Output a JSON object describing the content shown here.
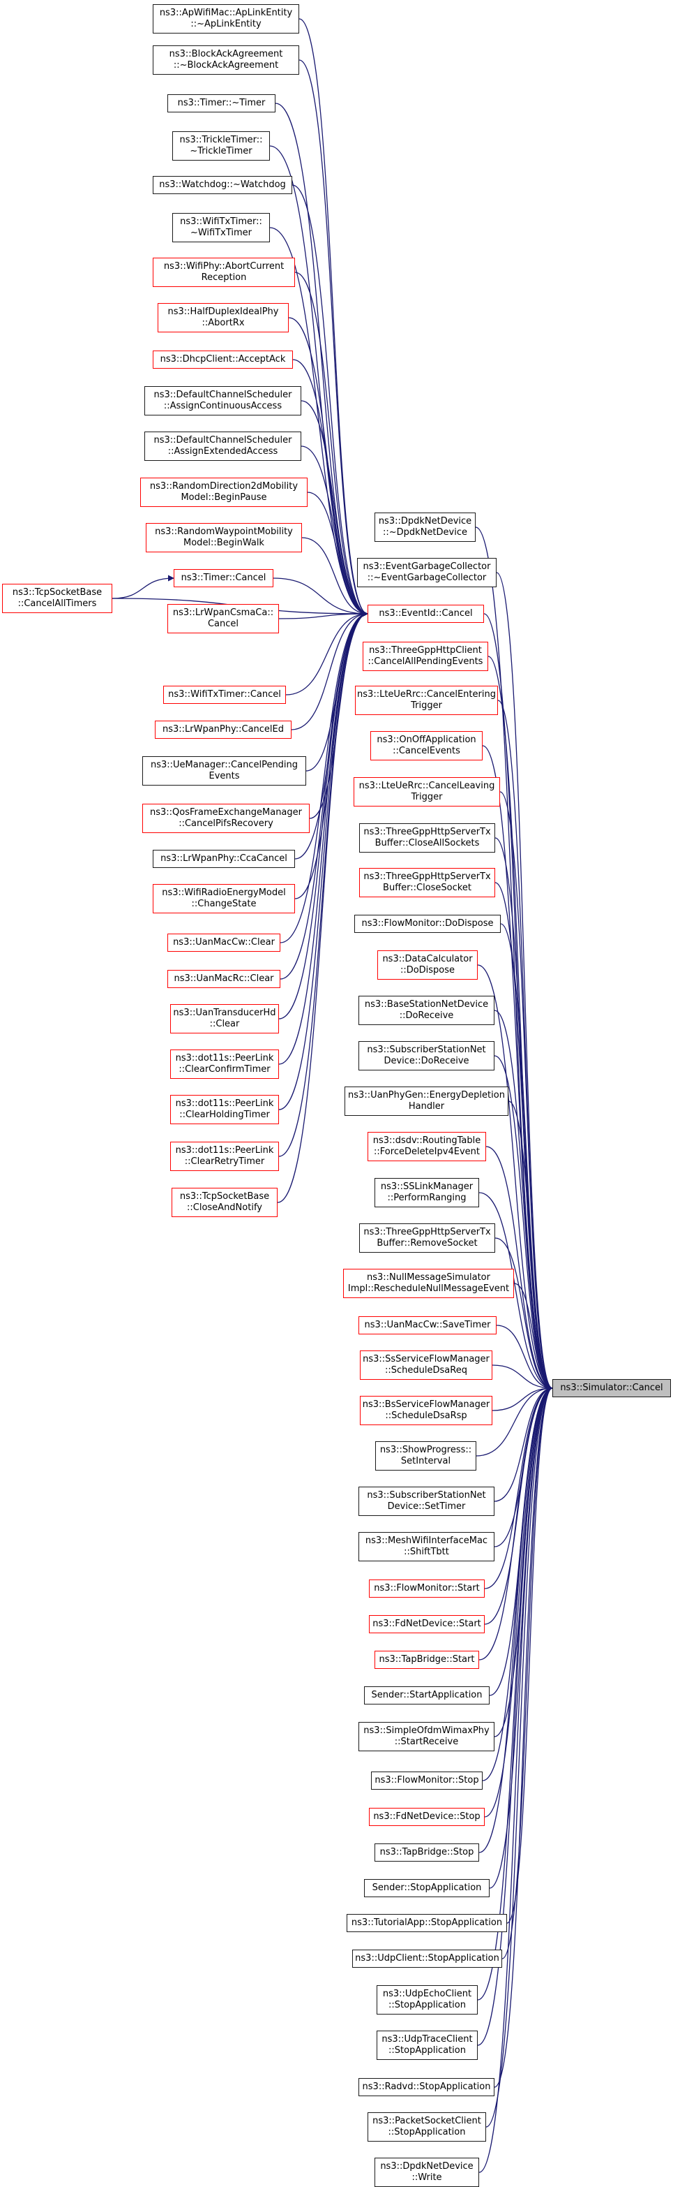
{
  "graph": {
    "target": {
      "id": "sim",
      "lines": [
        "ns3::Simulator::Cancel"
      ]
    },
    "event_cancel": {
      "id": "evc",
      "lines": [
        "ns3::EventId::Cancel"
      ],
      "color": "red"
    },
    "eventid_callers": [
      {
        "id": "apl",
        "lines": [
          "ns3::ApWifiMac::ApLinkEntity",
          "::~ApLinkEntity"
        ],
        "color": "black"
      },
      {
        "id": "bla",
        "lines": [
          "ns3::BlockAckAgreement",
          "::~BlockAckAgreement"
        ],
        "color": "black"
      },
      {
        "id": "tmr",
        "lines": [
          "ns3::Timer::~Timer"
        ],
        "color": "black"
      },
      {
        "id": "trk",
        "lines": [
          "ns3::TrickleTimer::",
          "~TrickleTimer"
        ],
        "color": "black"
      },
      {
        "id": "wdg",
        "lines": [
          "ns3::Watchdog::~Watchdog"
        ],
        "color": "black"
      },
      {
        "id": "wtx",
        "lines": [
          "ns3::WifiTxTimer::",
          "~WifiTxTimer"
        ],
        "color": "black"
      },
      {
        "id": "wphy",
        "lines": [
          "ns3::WifiPhy::AbortCurrent",
          "Reception"
        ],
        "color": "red"
      },
      {
        "id": "hdp",
        "lines": [
          "ns3::HalfDuplexIdealPhy",
          "::AbortRx"
        ],
        "color": "red"
      },
      {
        "id": "dhcp",
        "lines": [
          "ns3::DhcpClient::AcceptAck"
        ],
        "color": "red"
      },
      {
        "id": "dcs1",
        "lines": [
          "ns3::DefaultChannelScheduler",
          "::AssignContinuousAccess"
        ],
        "color": "black"
      },
      {
        "id": "dcs2",
        "lines": [
          "ns3::DefaultChannelScheduler",
          "::AssignExtendedAccess"
        ],
        "color": "black"
      },
      {
        "id": "rd2",
        "lines": [
          "ns3::RandomDirection2dMobility",
          "Model::BeginPause"
        ],
        "color": "red"
      },
      {
        "id": "rwp",
        "lines": [
          "ns3::RandomWaypointMobility",
          "Model::BeginWalk"
        ],
        "color": "red"
      },
      {
        "id": "tcan",
        "lines": [
          "ns3::Timer::Cancel"
        ],
        "color": "red"
      },
      {
        "id": "lrc",
        "lines": [
          "ns3::LrWpanCsmaCa::",
          "Cancel"
        ],
        "color": "red"
      },
      {
        "id": "wtxc",
        "lines": [
          "ns3::WifiTxTimer::Cancel"
        ],
        "color": "red"
      },
      {
        "id": "lrce",
        "lines": [
          "ns3::LrWpanPhy::CancelEd"
        ],
        "color": "red"
      },
      {
        "id": "uem",
        "lines": [
          "ns3::UeManager::CancelPending",
          "Events"
        ],
        "color": "black"
      },
      {
        "id": "qos",
        "lines": [
          "ns3::QosFrameExchangeManager",
          "::CancelPifsRecovery"
        ],
        "color": "red"
      },
      {
        "id": "lrcc",
        "lines": [
          "ns3::LrWpanPhy::CcaCancel"
        ],
        "color": "black"
      },
      {
        "id": "wre",
        "lines": [
          "ns3::WifiRadioEnergyModel",
          "::ChangeState"
        ],
        "color": "red"
      },
      {
        "id": "umcw",
        "lines": [
          "ns3::UanMacCw::Clear"
        ],
        "color": "red"
      },
      {
        "id": "umrc",
        "lines": [
          "ns3::UanMacRc::Clear"
        ],
        "color": "red"
      },
      {
        "id": "uthd",
        "lines": [
          "ns3::UanTransducerHd",
          "::Clear"
        ],
        "color": "red"
      },
      {
        "id": "pl1",
        "lines": [
          "ns3::dot11s::PeerLink",
          "::ClearConfirmTimer"
        ],
        "color": "red"
      },
      {
        "id": "pl2",
        "lines": [
          "ns3::dot11s::PeerLink",
          "::ClearHoldingTimer"
        ],
        "color": "red"
      },
      {
        "id": "pl3",
        "lines": [
          "ns3::dot11s::PeerLink",
          "::ClearRetryTimer"
        ],
        "color": "red"
      },
      {
        "id": "tsb",
        "lines": [
          "ns3::TcpSocketBase",
          "::CloseAndNotify"
        ],
        "color": "red"
      }
    ],
    "timer_caller": {
      "id": "tcat",
      "lines": [
        "ns3::TcpSocketBase",
        "::CancelAllTimers"
      ],
      "color": "red"
    },
    "simulator_callers": [
      {
        "id": "dpk1",
        "lines": [
          "ns3::DpdkNetDevice",
          "::~DpdkNetDevice"
        ],
        "color": "black"
      },
      {
        "id": "egc",
        "lines": [
          "ns3::EventGarbageCollector",
          "::~EventGarbageCollector"
        ],
        "color": "black"
      },
      {
        "id": "tgh",
        "lines": [
          "ns3::ThreeGppHttpClient",
          "::CancelAllPendingEvents"
        ],
        "color": "red"
      },
      {
        "id": "lte1",
        "lines": [
          "ns3::LteUeRrc::CancelEntering",
          "Trigger"
        ],
        "color": "red"
      },
      {
        "id": "onoff",
        "lines": [
          "ns3::OnOffApplication",
          "::CancelEvents"
        ],
        "color": "red"
      },
      {
        "id": "lte2",
        "lines": [
          "ns3::LteUeRrc::CancelLeaving",
          "Trigger"
        ],
        "color": "red"
      },
      {
        "id": "tghs1",
        "lines": [
          "ns3::ThreeGppHttpServerTx",
          "Buffer::CloseAllSockets"
        ],
        "color": "black"
      },
      {
        "id": "tghs2",
        "lines": [
          "ns3::ThreeGppHttpServerTx",
          "Buffer::CloseSocket"
        ],
        "color": "red"
      },
      {
        "id": "fmd",
        "lines": [
          "ns3::FlowMonitor::DoDispose"
        ],
        "color": "black"
      },
      {
        "id": "dcd",
        "lines": [
          "ns3::DataCalculator",
          "::DoDispose"
        ],
        "color": "red"
      },
      {
        "id": "bsnd",
        "lines": [
          "ns3::BaseStationNetDevice",
          "::DoReceive"
        ],
        "color": "black"
      },
      {
        "id": "ssnd",
        "lines": [
          "ns3::SubscriberStationNet",
          "Device::DoReceive"
        ],
        "color": "black"
      },
      {
        "id": "upg",
        "lines": [
          "ns3::UanPhyGen::EnergyDepletion",
          "Handler"
        ],
        "color": "black"
      },
      {
        "id": "dsdv",
        "lines": [
          "ns3::dsdv::RoutingTable",
          "::ForceDeleteIpv4Event"
        ],
        "color": "red"
      },
      {
        "id": "sslm",
        "lines": [
          "ns3::SSLinkManager",
          "::PerformRanging"
        ],
        "color": "black"
      },
      {
        "id": "tghs3",
        "lines": [
          "ns3::ThreeGppHttpServerTx",
          "Buffer::RemoveSocket"
        ],
        "color": "black"
      },
      {
        "id": "nms",
        "lines": [
          "ns3::NullMessageSimulator",
          "Impl::RescheduleNullMessageEvent"
        ],
        "color": "red"
      },
      {
        "id": "umst",
        "lines": [
          "ns3::UanMacCw::SaveTimer"
        ],
        "color": "red"
      },
      {
        "id": "ssfm",
        "lines": [
          "ns3::SsServiceFlowManager",
          "::ScheduleDsaReq"
        ],
        "color": "red"
      },
      {
        "id": "bsfm",
        "lines": [
          "ns3::BsServiceFlowManager",
          "::ScheduleDsaRsp"
        ],
        "color": "red"
      },
      {
        "id": "shp",
        "lines": [
          "ns3::ShowProgress::",
          "SetInterval"
        ],
        "color": "black"
      },
      {
        "id": "ssst",
        "lines": [
          "ns3::SubscriberStationNet",
          "Device::SetTimer"
        ],
        "color": "black"
      },
      {
        "id": "mwi",
        "lines": [
          "ns3::MeshWifiInterfaceMac",
          "::ShiftTbtt"
        ],
        "color": "black"
      },
      {
        "id": "fms",
        "lines": [
          "ns3::FlowMonitor::Start"
        ],
        "color": "red"
      },
      {
        "id": "fds",
        "lines": [
          "ns3::FdNetDevice::Start"
        ],
        "color": "red"
      },
      {
        "id": "tbs",
        "lines": [
          "ns3::TapBridge::Start"
        ],
        "color": "red"
      },
      {
        "id": "sdst",
        "lines": [
          "Sender::StartApplication"
        ],
        "color": "black"
      },
      {
        "id": "sow",
        "lines": [
          "ns3::SimpleOfdmWimaxPhy",
          "::StartReceive"
        ],
        "color": "black"
      },
      {
        "id": "fmst",
        "lines": [
          "ns3::FlowMonitor::Stop"
        ],
        "color": "black"
      },
      {
        "id": "fdst",
        "lines": [
          "ns3::FdNetDevice::Stop"
        ],
        "color": "red"
      },
      {
        "id": "tbst",
        "lines": [
          "ns3::TapBridge::Stop"
        ],
        "color": "black"
      },
      {
        "id": "sdsp",
        "lines": [
          "Sender::StopApplication"
        ],
        "color": "black"
      },
      {
        "id": "tut",
        "lines": [
          "ns3::TutorialApp::StopApplication"
        ],
        "color": "black"
      },
      {
        "id": "udpc",
        "lines": [
          "ns3::UdpClient::StopApplication"
        ],
        "color": "black"
      },
      {
        "id": "uec",
        "lines": [
          "ns3::UdpEchoClient",
          "::StopApplication"
        ],
        "color": "black"
      },
      {
        "id": "utc",
        "lines": [
          "ns3::UdpTraceClient",
          "::StopApplication"
        ],
        "color": "black"
      },
      {
        "id": "rdv",
        "lines": [
          "ns3::Radvd::StopApplication"
        ],
        "color": "black"
      },
      {
        "id": "psc",
        "lines": [
          "ns3::PacketSocketClient",
          "::StopApplication"
        ],
        "color": "black"
      },
      {
        "id": "dpk2",
        "lines": [
          "ns3::DpdkNetDevice",
          "::Write"
        ],
        "color": "black"
      }
    ]
  }
}
